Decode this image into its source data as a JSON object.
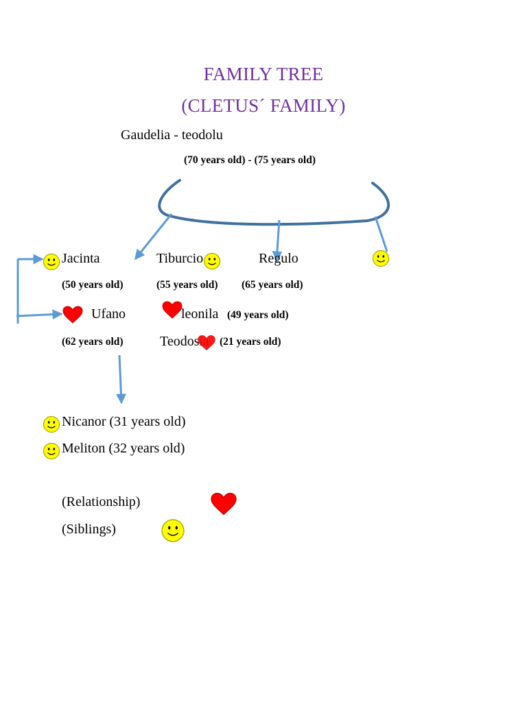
{
  "title": {
    "line1": "FAMILY TREE",
    "line2": "(CLETUS´ FAMILY)",
    "color": "#7030a0"
  },
  "grandparents": {
    "names": "Gaudelia   -   teodolu",
    "ages": "(70 years old)    -   (75 years old)"
  },
  "children": {
    "jacinta": "Jacinta",
    "tiburcio": "Tiburcio",
    "regulo": "Regulo",
    "age_jacinta": "(50 years old)",
    "age_tiburcio": "(55 years old)",
    "age_regulo": "(65 years old)",
    "ufano": "Ufano",
    "leonila": "leonila",
    "age_leonila": "(49 years old)",
    "age_ufano": "(62 years old)",
    "teodosia": "Teodosia",
    "age_teodosia": "(21 years old)"
  },
  "grandchildren": {
    "nicanor": "Nicanor (31 years old)",
    "meliton": "Meliton (32 years old)"
  },
  "legend": {
    "relationship": "(Relationship)",
    "siblings": "(Siblings)"
  },
  "colors": {
    "connector": "#5b9bd5",
    "bracket": "#41719c",
    "heart": "#ff0000",
    "smiley": "#ffff00"
  },
  "icons": {
    "relationship": "heart-icon",
    "siblings": "smiley-icon"
  }
}
